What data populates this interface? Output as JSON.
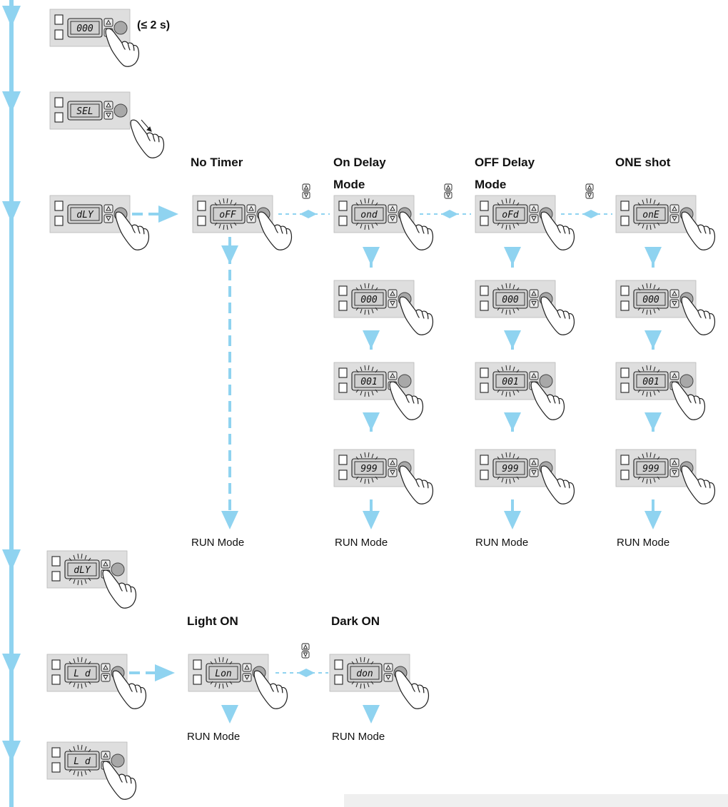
{
  "colors": {
    "flow": "#8fd3f0",
    "panel": "#dedede",
    "panel_edge": "#9a9a9a",
    "ink": "#222222"
  },
  "condition_note": "(≤ 2 s)",
  "timer": {
    "labels": {
      "no_timer": "No Timer",
      "on_delay": "On Delay\nMode",
      "off_delay": "OFF Delay\nMode",
      "one_shot": "ONE shot"
    },
    "run_mode_labels": [
      "RUN Mode",
      "RUN Mode",
      "RUN Mode",
      "RUN Mode"
    ]
  },
  "output": {
    "labels": {
      "light_on": "Light ON",
      "dark_on": "Dark ON"
    },
    "run_mode_labels": [
      "RUN Mode",
      "RUN Mode"
    ]
  },
  "displays": {
    "start": "000",
    "select": "SEL",
    "dly": "dLY",
    "no_timer": "oFF",
    "on_delay": "ond",
    "off_delay": "oFd",
    "one_shot": "onE",
    "set_zero": "000",
    "set_one": "001",
    "set_max": "999",
    "dly_return": "dLY",
    "ld": "L d",
    "light_on": "Lon",
    "dark_on": "don",
    "ld_final": "L d"
  }
}
